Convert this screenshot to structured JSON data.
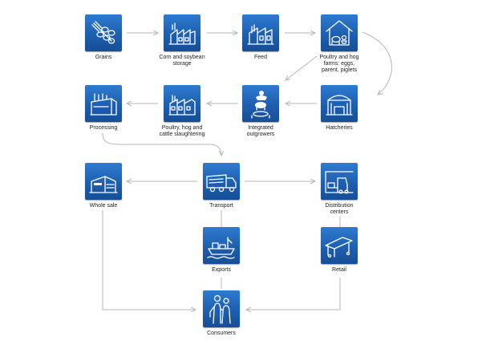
{
  "colors": {
    "tile": "#1d5faf",
    "arrow": "#b7b7b7",
    "label": "#222222"
  },
  "nodes": {
    "grains": {
      "label": "Grains",
      "icon": "grains-icon"
    },
    "corn": {
      "label": "Corn and soybean\nstorage",
      "icon": "silo-icon"
    },
    "feed": {
      "label": "Feed",
      "icon": "feed-mill-icon"
    },
    "farms": {
      "label": "Poultry and hog\nfarms: eggs,\nparent, piglets",
      "icon": "farm-house-icon"
    },
    "processing": {
      "label": "Processing",
      "icon": "factory-icon"
    },
    "slaughter": {
      "label": "Poultry, hog and\ncattle slaughtering",
      "icon": "factory-icon"
    },
    "outgrowers": {
      "label": "Integrated\noutgrowers",
      "icon": "animals-icon"
    },
    "hatcheries": {
      "label": "Hatcheries",
      "icon": "barn-icon"
    },
    "wholesale": {
      "label": "Whole sale",
      "icon": "warehouse-icon"
    },
    "transport": {
      "label": "Transport",
      "icon": "truck-icon"
    },
    "distribution": {
      "label": "Distribution\ncenters",
      "icon": "forklift-icon"
    },
    "exports": {
      "label": "Exports",
      "icon": "ship-icon"
    },
    "retail": {
      "label": "Retail",
      "icon": "cart-icon"
    },
    "consumers": {
      "label": "Consumers",
      "icon": "people-icon"
    }
  }
}
